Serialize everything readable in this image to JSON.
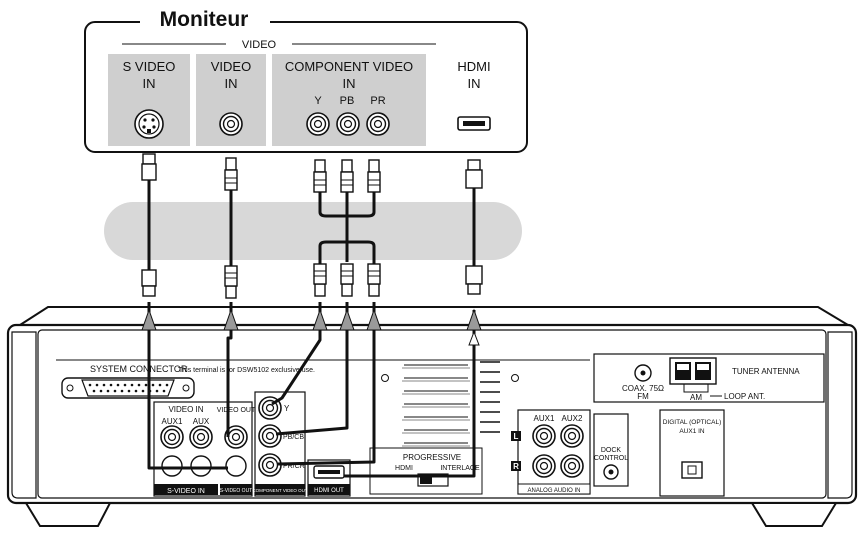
{
  "monitor": {
    "title": "Moniteur",
    "video_group": "VIDEO",
    "s_video": {
      "line1": "S VIDEO",
      "line2": "IN"
    },
    "video": {
      "line1": "VIDEO",
      "line2": "IN"
    },
    "component": {
      "line1": "COMPONENT VIDEO",
      "line2": "IN",
      "y": "Y",
      "pb": "PB",
      "pr": "PR"
    },
    "hdmi": {
      "line1": "HDMI",
      "line2": "IN"
    }
  },
  "receiver": {
    "system_connector": "SYSTEM CONNECTOR",
    "system_note": "This terminal is for DSW5102 exclusive use.",
    "video_in": "VIDEO IN",
    "aux1": "AUX1",
    "aux": "AUX",
    "video_out": "VIDEO OUT",
    "y": "Y",
    "pb_cb": "PB/CB",
    "pr_cr": "PR/CR",
    "s_video_in": "S-VIDEO IN",
    "s_video_out": "S-VIDEO OUT",
    "component_video_out": "COMPONENT VIDEO OUT",
    "hdmi_out": "HDMI OUT",
    "progressive": "PROGRESSIVE",
    "hdmi_mode": "HDMI",
    "interlace_mode": "INTERLACE",
    "audio_aux1": "AUX1",
    "audio_aux2": "AUX2",
    "left": "L",
    "right": "R",
    "analog_audio_in": "ANALOG AUDIO IN",
    "dock_control": {
      "line1": "DOCK",
      "line2": "CONTROL"
    },
    "coax": "COAX. 75Ω",
    "fm": "FM",
    "am": "AM",
    "loop_ant": "LOOP ANT.",
    "tuner_antenna": "TUNER ANTENNA",
    "digital_optical": "DIGITAL (OPTICAL)",
    "digital_aux1_in": "AUX1 IN"
  },
  "colors": {
    "line": "#111111",
    "band": "#d8d8d8",
    "panel_gray": "#cfcfcf",
    "back": "#ffffff"
  }
}
